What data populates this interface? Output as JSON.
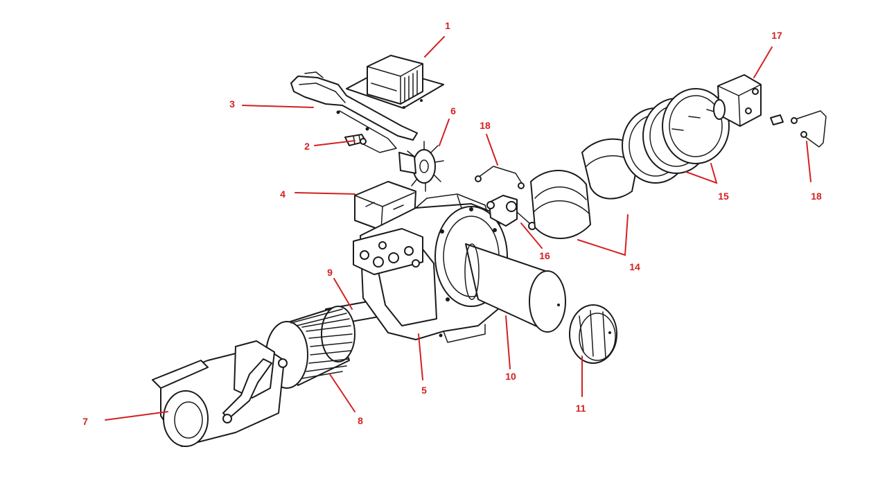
{
  "accent_color": "#d42020",
  "line_color": "#1a1a1a",
  "callouts": {
    "c1": "1",
    "c2": "2",
    "c3": "3",
    "c4": "4",
    "c5": "5",
    "c6": "6",
    "c7": "7",
    "c8": "8",
    "c9": "9",
    "c10": "10",
    "c11": "11",
    "c14": "14",
    "c15": "15",
    "c16": "16",
    "c17": "17",
    "c18a": "18",
    "c18b": "18"
  }
}
